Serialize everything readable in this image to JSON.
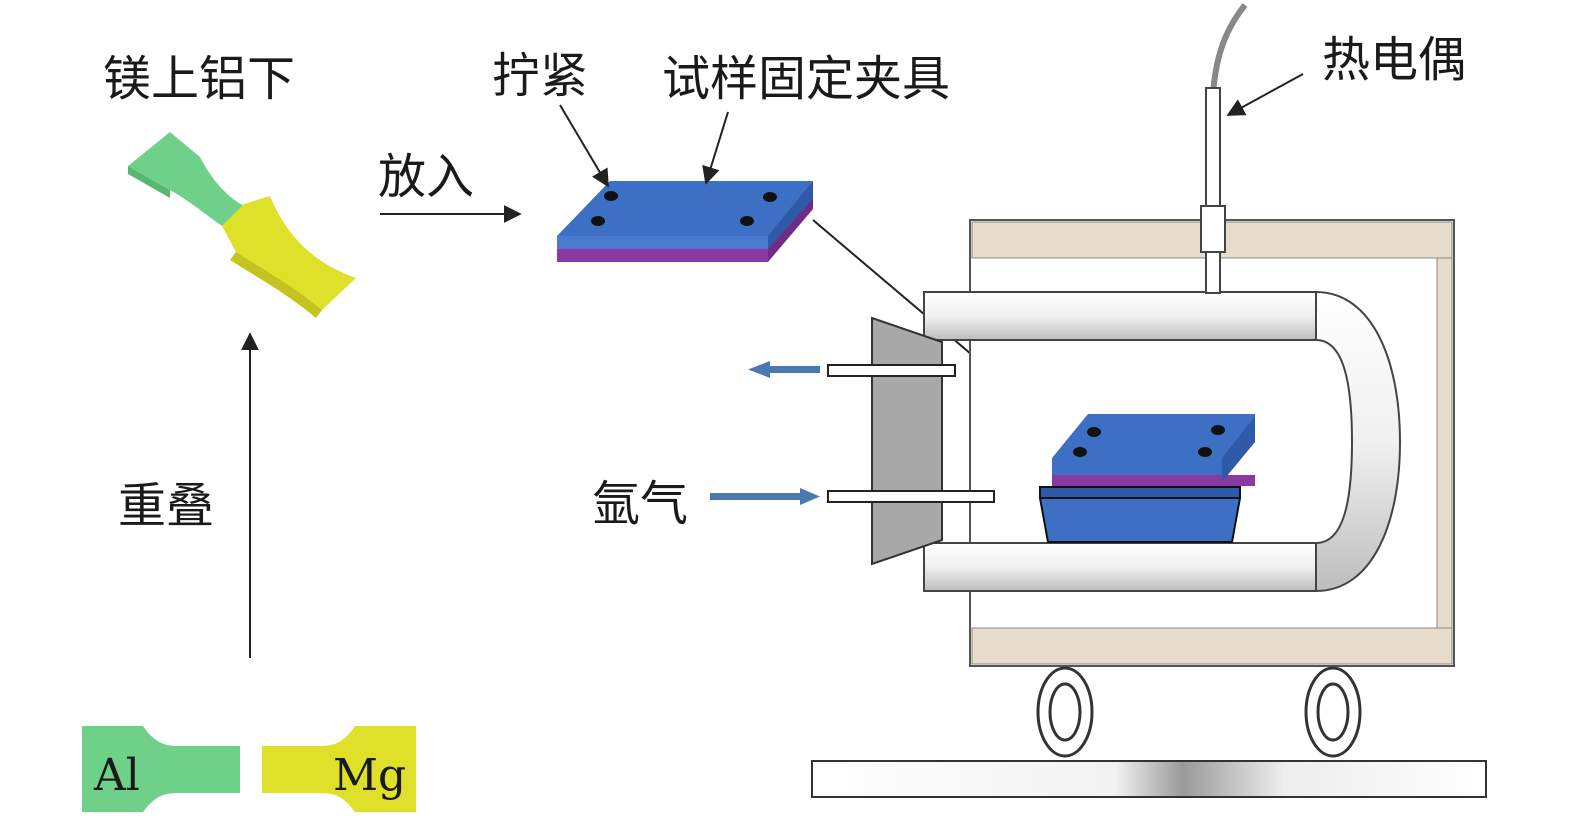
{
  "labels": {
    "mg_top_al_bottom": "镁上铝下",
    "overlap": "重叠",
    "put_in": "放入",
    "tighten": "拧紧",
    "fixture": "试样固定夹具",
    "thermocouple": "热电偶",
    "argon": "氩气",
    "al": "Al",
    "mg": "Mg"
  },
  "colors": {
    "al_green": "#6fd08a",
    "mg_yellow": "#dfe02a",
    "plate_blue": "#3d6fc4",
    "plate_purple": "#8a3aa0",
    "furnace_beige": "#e8dccb",
    "arrow_blue": "#4a78b0",
    "door_gray": "#a8a8a8"
  }
}
